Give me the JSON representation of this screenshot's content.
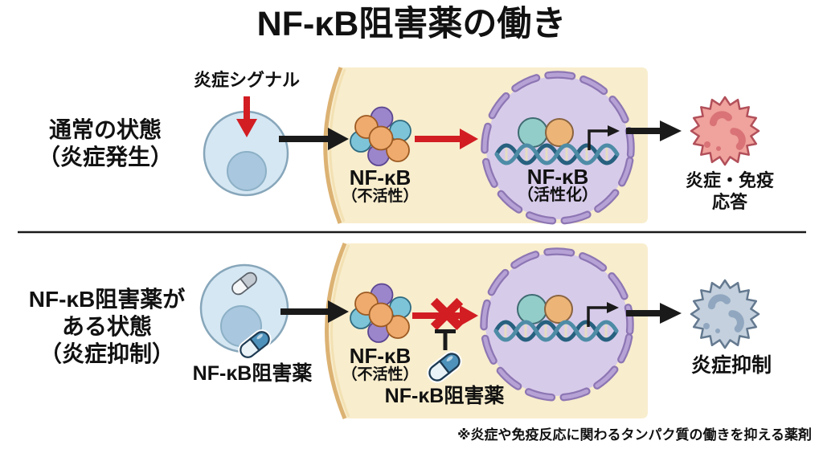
{
  "title": "NF-κB阻害薬の働き",
  "rows": [
    {
      "id": "normal",
      "label": "通常の状態\n（炎症発生）",
      "signal": "炎症シグナル",
      "complex": "NF-κB",
      "complex_state": "（不活性）",
      "nucleus": "NF-κB",
      "nucleus_state": "（活性化）",
      "outcome": "炎症・免疫応答"
    },
    {
      "id": "inhibited",
      "label": "NF-κB阻害薬が\nある状態\n（炎症抑制）",
      "drug_in_cell": "NF-κB阻害薬",
      "complex": "NF-κB",
      "complex_state": "（不活性）",
      "drug_blocking": "NF-κB阻害薬",
      "outcome": "炎症抑制"
    }
  ],
  "footnote": "※炎症や免疫反応に関わるタンパク質の働きを抑える薬剤",
  "palette": {
    "ink": "#1a1a1a",
    "red": "#d21d23",
    "panel": "#f8edcd",
    "membrane": "#dcb273",
    "membrane_light": "#f3e1b3",
    "cell_fill": "#d5e7f3",
    "cell_stroke": "#87a6ba",
    "cell_nucleus_fill": "#a9c7de",
    "cell_nucleus_stroke": "#8cb0c6",
    "cl_orange": "#efab6e",
    "cl_orange_line": "#9c5a22",
    "cl_purple": "#9b86cc",
    "cl_purple_line": "#5b4691",
    "cl_cyan": "#7ec4d9",
    "cl_cyan_line": "#2f6b80",
    "nucleus_fill": "#d7cbea",
    "nucleus_dash": "#8d76b3",
    "nucleus_dash_fill": "#b7a2d6",
    "tf_teal": "#93cdc9",
    "tf_teal_line": "#3f6b72",
    "tf_orange": "#ecb577",
    "tf_orange_line": "#8a6440",
    "dna_dark": "#27617f",
    "dna_light": "#4e8ca6",
    "dna_rung": "#e3dcc2",
    "spiky_red_fill": "#f0a29c",
    "spiky_red_line": "#b2505a",
    "spiky_red_blob": "#d97377",
    "spiky_gray_fill": "#c4d0dd",
    "spiky_gray_line": "#64798f",
    "spiky_gray_blob": "#91a7c0",
    "pill_blue": "#4e92bb",
    "pill_blue_light": "#e8f2f7",
    "pill_line": "#1d3a52",
    "pill_gray": "#c3cad1",
    "pill_gray_light": "#f4f6f8",
    "pill_gray_line": "#5a6068"
  }
}
